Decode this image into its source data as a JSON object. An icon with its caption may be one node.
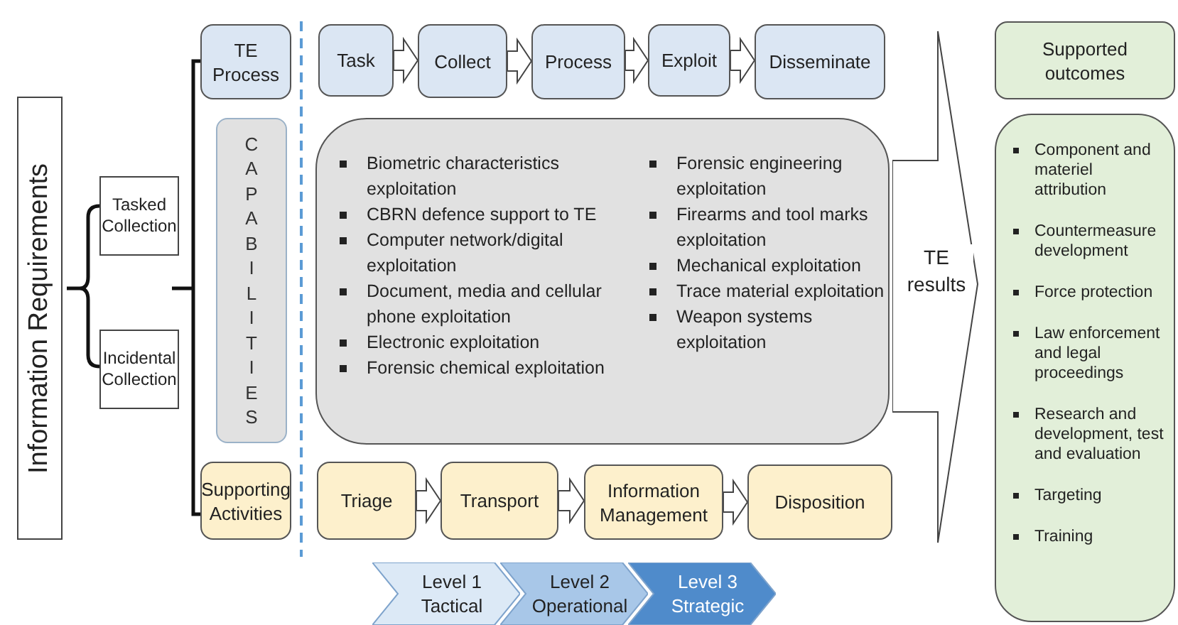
{
  "diagram": {
    "nodes": [
      {
        "text": [
          "Information Requirements"
        ]
      },
      {
        "text": [
          "Tasked Collection"
        ]
      },
      {
        "text": [
          "Incidental Collection"
        ]
      },
      {
        "text": [
          "TE Process"
        ]
      },
      {
        "text": [
          "CAPABILITIES"
        ]
      },
      {
        "text": [
          "Supporting Activities"
        ]
      },
      {
        "text": [
          "Task"
        ]
      },
      {
        "text": [
          "Collect"
        ]
      },
      {
        "text": [
          "Process"
        ]
      },
      {
        "text": [
          "Exploit"
        ]
      },
      {
        "text": [
          "Disseminate"
        ]
      },
      {
        "text": [
          "Biometric characteristics exploitation",
          "CBRN defence support to TE",
          "Computer network/digital exploitation",
          "Document, media and cellular phone exploitation",
          "Electronic exploitation",
          "Forensic chemical exploitation",
          "Forensic engineering exploitation",
          "Firearms and tool marks exploitation",
          "Mechanical exploitation",
          "Trace material exploitation",
          "Weapon systems exploitation"
        ]
      },
      {
        "text": [
          "Triage"
        ]
      },
      {
        "text": [
          "Transport"
        ]
      },
      {
        "text": [
          "Information Management"
        ]
      },
      {
        "text": [
          "Disposition"
        ]
      },
      {
        "text": [
          "TE results"
        ]
      },
      {
        "text": [
          "Supported outcomes"
        ]
      },
      {
        "text": [
          "Component and materiel attribution",
          "Countermeasure development",
          "Force protection",
          "Law enforcement and legal proceedings",
          "Research and development, test and evaluation",
          "Targeting",
          "Training"
        ]
      },
      {
        "text": [
          "Level 1 Tactical"
        ]
      },
      {
        "text": [
          "Level 2 Operational"
        ]
      },
      {
        "text": [
          "Level 3 Strategic"
        ]
      }
    ],
    "edges": [
      {
        "from": 6,
        "to": 7,
        "arrow": "to"
      },
      {
        "from": 7,
        "to": 8,
        "arrow": "to"
      },
      {
        "from": 8,
        "to": 9,
        "arrow": "to"
      },
      {
        "from": 9,
        "to": 10,
        "arrow": "to"
      },
      {
        "from": 12,
        "to": 13,
        "arrow": "to"
      },
      {
        "from": 13,
        "to": 14,
        "arrow": "to"
      },
      {
        "from": 14,
        "to": 15,
        "arrow": "to"
      }
    ]
  }
}
